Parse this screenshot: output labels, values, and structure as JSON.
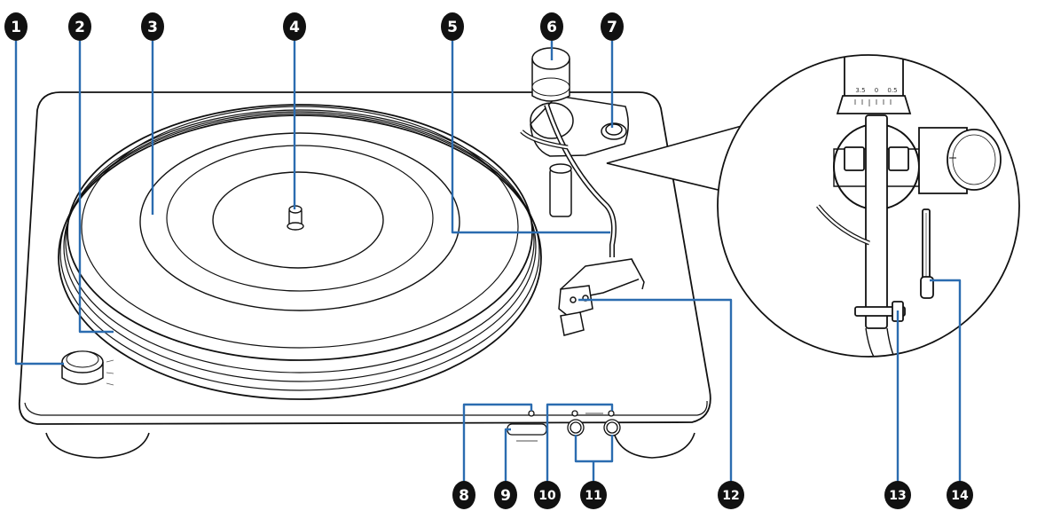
{
  "callouts": [
    {
      "id": 1,
      "label": "1"
    },
    {
      "id": 2,
      "label": "2"
    },
    {
      "id": 3,
      "label": "3"
    },
    {
      "id": 4,
      "label": "4"
    },
    {
      "id": 5,
      "label": "5"
    },
    {
      "id": 6,
      "label": "6"
    },
    {
      "id": 7,
      "label": "7"
    },
    {
      "id": 8,
      "label": "8"
    },
    {
      "id": 9,
      "label": "9"
    },
    {
      "id": 10,
      "label": "10"
    },
    {
      "id": 11,
      "label": "11"
    },
    {
      "id": 12,
      "label": "12"
    },
    {
      "id": 13,
      "label": "13"
    },
    {
      "id": 14,
      "label": "14"
    }
  ],
  "anti_skate_scale": {
    "left": "3.5",
    "center": "0",
    "right": "0.5"
  },
  "colors": {
    "leader_line": "#2b6cb0",
    "callout_fill": "#111111",
    "outline": "#111111"
  }
}
